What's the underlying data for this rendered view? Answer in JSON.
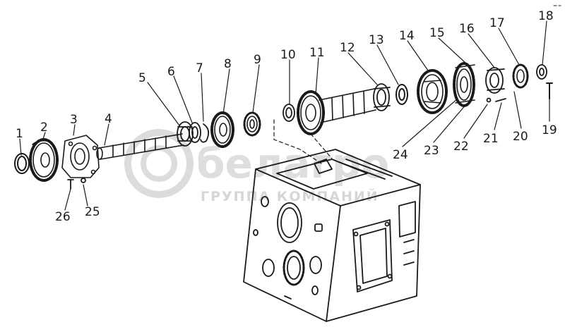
{
  "diagram": {
    "callouts": [
      "1",
      "2",
      "3",
      "4",
      "5",
      "6",
      "7",
      "8",
      "9",
      "10",
      "11",
      "12",
      "13",
      "14",
      "15",
      "16",
      "17",
      "18",
      "19",
      "20",
      "21",
      "22",
      "23",
      "24",
      "25",
      "26"
    ]
  },
  "watermark": {
    "brand": "белагро",
    "subtitle": "ГРУППА КОМПАНИЙ"
  },
  "colors": {
    "ink": "#1a1a1a",
    "watermark": "#cfcfcf",
    "background": "#ffffff"
  }
}
